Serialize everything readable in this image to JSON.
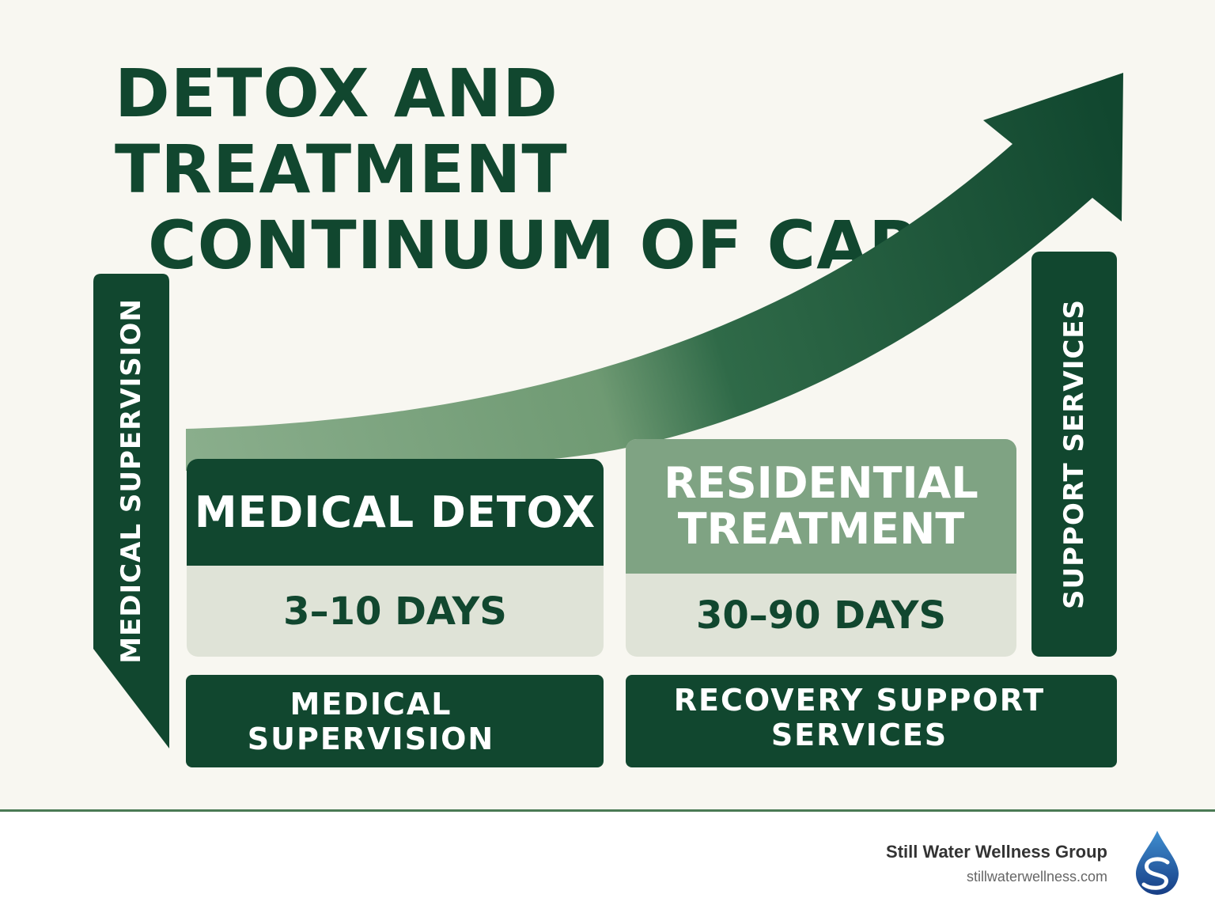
{
  "title": {
    "line1": "DETOX AND TREATMENT",
    "line2": "CONTINUUM OF CARE"
  },
  "side_left": {
    "label": "MEDICAL SUPERVISION"
  },
  "side_right": {
    "label": "SUPPORT SERVICES"
  },
  "stages": [
    {
      "name": "MEDICAL DETOX",
      "duration": "3–10 DAYS"
    },
    {
      "name_line1": "RESIDENTIAL",
      "name_line2": "TREATMENT",
      "duration": "30–90 DAYS"
    }
  ],
  "bottom": [
    {
      "line1": "MEDICAL",
      "line2": "SUPERVISION"
    },
    {
      "line1": "RECOVERY SUPPORT",
      "line2": "SERVICES"
    }
  ],
  "footer": {
    "brand_name": "Still Water Wellness Group",
    "brand_url": "stillwaterwellness.com"
  },
  "colors": {
    "dark_green": "#11472f",
    "mid_green": "#7fa383",
    "light_panel": "#dfe3d7",
    "background": "#f8f7f1"
  }
}
